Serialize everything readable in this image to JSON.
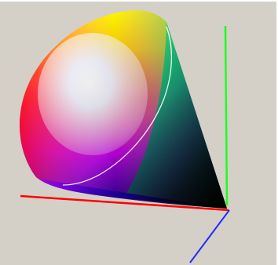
{
  "viewer": {
    "background_color": "#d4d0c8",
    "object": "color-cone",
    "axes": [
      {
        "name": "red-axis",
        "color": "#ff0000"
      },
      {
        "name": "green-axis",
        "color": "#00ff00"
      },
      {
        "name": "blue-axis",
        "color": "#1f2bff"
      }
    ],
    "cone": {
      "apex_color": "#000000",
      "rim_outline_color": "#ffffff",
      "hue_colors": [
        "#ff0000",
        "#ff00ff",
        "#0000ff",
        "#00ffff",
        "#00ff00",
        "#ffff00"
      ]
    }
  }
}
